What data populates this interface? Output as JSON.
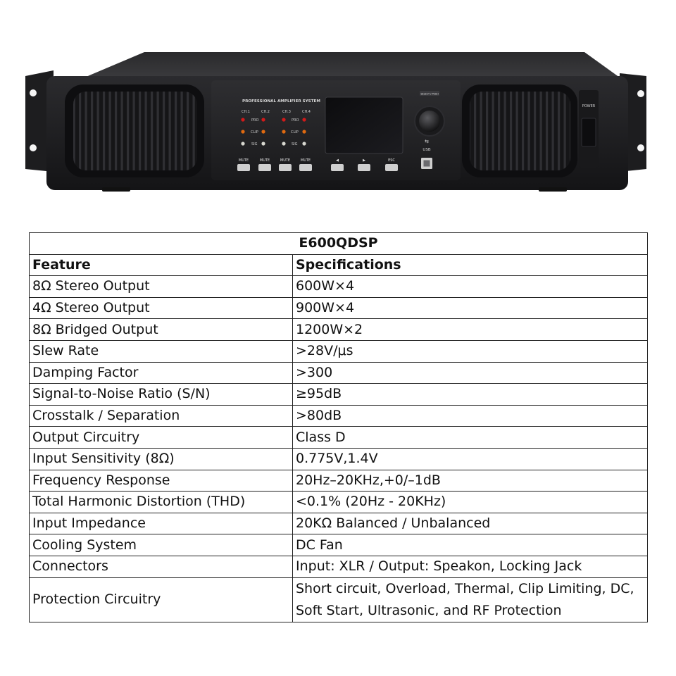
{
  "device": {
    "panel_label": "PROFESSIONAL AMPLIFIER SYSTEM",
    "channel_labels": [
      "CH.1",
      "CH.2",
      "CH.3",
      "CH.4"
    ],
    "indicator_labels": [
      "PRO",
      "CLIP",
      "SIG"
    ],
    "buttons": [
      "MUTE",
      "MUTE",
      "MUTE",
      "MUTE",
      "◀",
      "▶",
      "ESC"
    ],
    "knob_label": "SELECT / PUSH",
    "usb_label": "USB",
    "power_label": "POWER",
    "colors": {
      "chassis": "#1f1f21",
      "led_red": "#d11a1a",
      "led_orange": "#e06a10",
      "led_white": "#d8d8d0"
    }
  },
  "table": {
    "title": "E600QDSP",
    "headers": [
      "Feature",
      "Specifications"
    ],
    "rows": [
      [
        "8Ω Stereo Output",
        "600W×4"
      ],
      [
        "4Ω Stereo Output",
        "900W×4"
      ],
      [
        "8Ω Bridged Output",
        "1200W×2"
      ],
      [
        "Slew Rate",
        ">28V/μs"
      ],
      [
        "Damping Factor",
        ">300"
      ],
      [
        "Signal-to-Noise Ratio (S/N)",
        "≥95dB"
      ],
      [
        "Crosstalk / Separation",
        ">80dB"
      ],
      [
        "Output Circuitry",
        "Class D"
      ],
      [
        "Input Sensitivity (8Ω)",
        "0.775V,1.4V"
      ],
      [
        "Frequency Response",
        "20Hz–20KHz,+0/–1dB"
      ],
      [
        "Total Harmonic Distortion (THD)",
        "<0.1% (20Hz - 20KHz)"
      ],
      [
        "Input Impedance",
        "20KΩ Balanced / Unbalanced"
      ],
      [
        "Cooling System",
        "DC Fan"
      ],
      [
        "Connectors",
        "Input: XLR / Output: Speakon, Locking Jack"
      ]
    ],
    "last_row": {
      "feature": "Protection Circuitry",
      "spec_line1": "Short circuit, Overload, Thermal, Clip Limiting, DC,",
      "spec_line2": "Soft Start, Ultrasonic, and RF Protection"
    }
  }
}
